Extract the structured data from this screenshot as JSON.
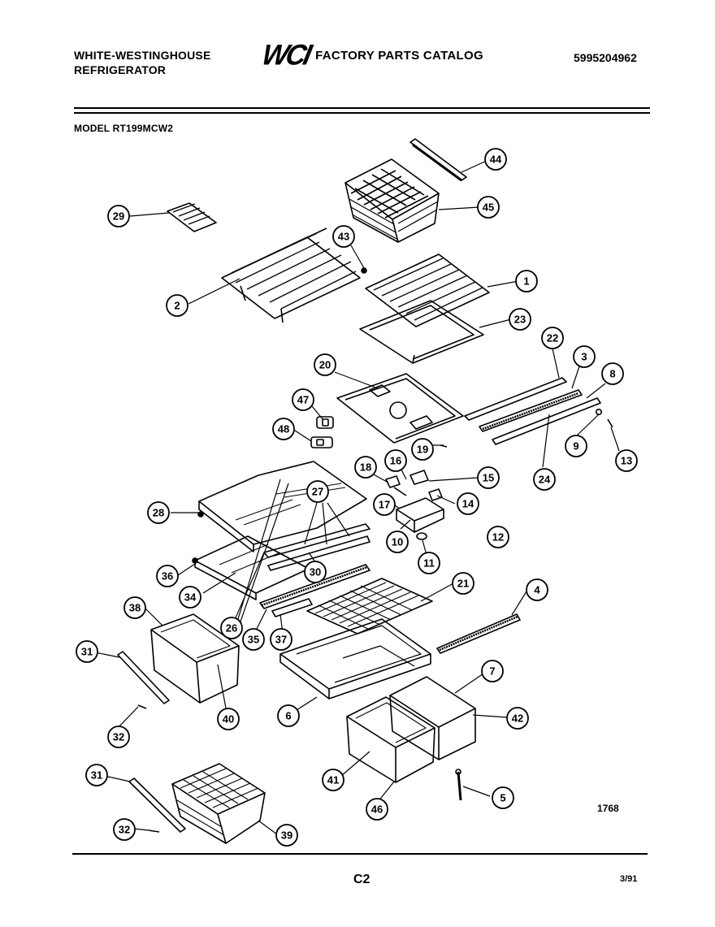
{
  "header": {
    "brand_line1": "WHITE-WESTINGHOUSE",
    "brand_line2": "REFRIGERATOR",
    "logo_text": "WCI",
    "catalog_title": "FACTORY PARTS CATALOG",
    "part_number": "5995204962",
    "model_label": "MODEL RT199MCW2"
  },
  "footer": {
    "page_code": "C2",
    "date": "3/91",
    "figure_number": "1768"
  },
  "callouts": [
    "1",
    "2",
    "3",
    "4",
    "5",
    "6",
    "7",
    "8",
    "9",
    "10",
    "11",
    "12",
    "13",
    "14",
    "15",
    "16",
    "17",
    "18",
    "19",
    "20",
    "21",
    "22",
    "23",
    "24",
    "26",
    "27",
    "28",
    "29",
    "30",
    "31",
    "31",
    "32",
    "32",
    "34",
    "35",
    "36",
    "37",
    "38",
    "39",
    "40",
    "41",
    "42",
    "43",
    "44",
    "45",
    "46",
    "47",
    "48"
  ]
}
